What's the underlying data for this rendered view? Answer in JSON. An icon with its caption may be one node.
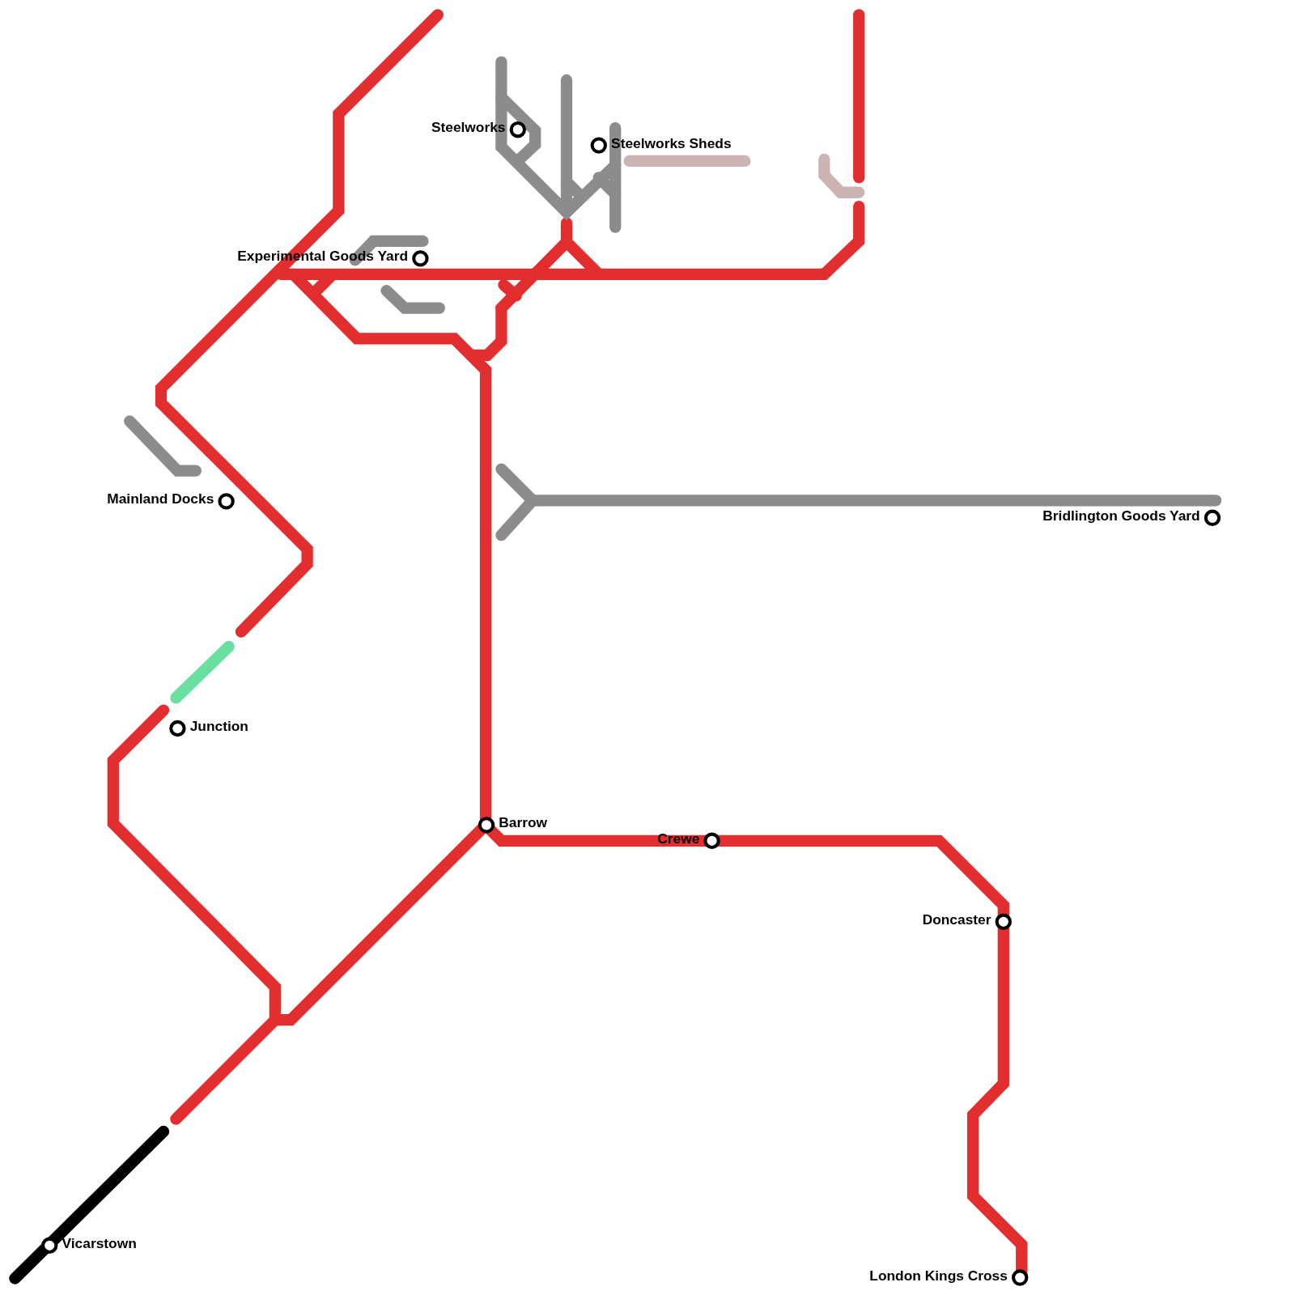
{
  "diagram": {
    "nodes": [
      {
        "text": [
          "Steelworks"
        ]
      },
      {
        "text": [
          "Steelworks Sheds"
        ]
      },
      {
        "text": [
          "Experimental Goods Yard"
        ]
      },
      {
        "text": [
          "Mainland Docks"
        ]
      },
      {
        "text": [
          "Bridlington Goods Yard"
        ]
      },
      {
        "text": [
          "Junction"
        ]
      },
      {
        "text": [
          "Barrow"
        ]
      },
      {
        "text": [
          "Crewe"
        ]
      },
      {
        "text": [
          "Doncaster"
        ]
      },
      {
        "text": [
          "Vicarstown"
        ]
      },
      {
        "text": [
          "London Kings Cross"
        ]
      }
    ]
  }
}
